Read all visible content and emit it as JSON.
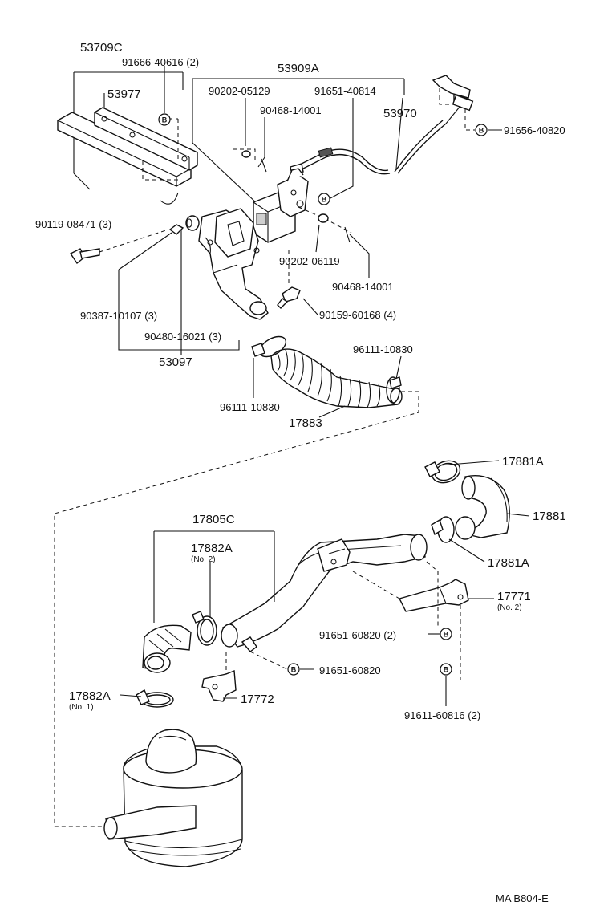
{
  "callouts": {
    "p53709C": "53709C",
    "p91666_40616": "91666-40616 (2)",
    "p53977": "53977",
    "p53909A": "53909A",
    "p90202_05129": "90202-05129",
    "p91651_40814": "91651-40814",
    "p90468_14001_top": "90468-14001",
    "p53970": "53970",
    "p91656_40820": "91656-40820",
    "p90119_08471": "90119-08471 (3)",
    "p90202_06119": "90202-06119",
    "p90468_14001_bot": "90468-14001",
    "p90387_10107": "90387-10107 (3)",
    "p90159_60168": "90159-60168 (4)",
    "p90480_16021": "90480-16021 (3)",
    "p53097": "53097",
    "p96111_10830_right": "96111-10830",
    "p96111_10830_left": "96111-10830",
    "p17883": "17883",
    "p17881A_top": "17881A",
    "p17881": "17881",
    "p17805C": "17805C",
    "p17882A_no2": "17882A",
    "p17882A_no2_sub": "(No. 2)",
    "p17881A_bot": "17881A",
    "p17771": "17771",
    "p17771_sub": "(No. 2)",
    "p91651_60820_2": "91651-60820 (2)",
    "p91651_60820": "91651-60820",
    "p17882A_no1": "17882A",
    "p17882A_no1_sub": "(No. 1)",
    "p17772": "17772",
    "p91611_60816": "91611-60816 (2)"
  },
  "badge_letter": "B",
  "footer_code": "MA B804-E"
}
